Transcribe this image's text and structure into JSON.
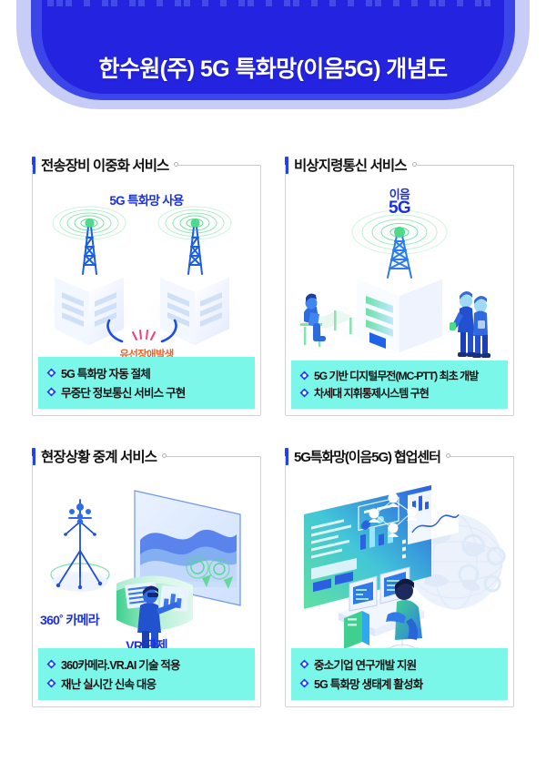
{
  "header": {
    "title": "한수원(주) 5G 특화망(이음5G) 개념도",
    "bg_outer": "#c8cdf7",
    "bg_mid": "#3b45e8",
    "bg_inner": "#2323e0",
    "title_color": "#ffffff"
  },
  "theme": {
    "accent_blue": "#2440ef",
    "highlight_cyan": "#7bf7ea",
    "label_blue": "#1b2fe3",
    "alert_orange": "#f4622a",
    "signal_green": "#54d98c",
    "border_gray": "#d2d2d2"
  },
  "cards": [
    {
      "title": "전송장비 이중화 서비스",
      "art_labels": [
        {
          "text": "5G 특화망 사용",
          "color": "#1b2fe3"
        },
        {
          "text": "유선장애발생",
          "color": "#f4622a"
        }
      ],
      "bullets": [
        "5G 특화망 자동 절체",
        "무중단 정보통신 서비스 구현"
      ]
    },
    {
      "title": "비상지령통신 서비스",
      "art_labels": [
        {
          "text": "이음",
          "color": "#1b2fe3"
        },
        {
          "text": "5G",
          "color": "#1b2fe3"
        }
      ],
      "bullets": [
        "5G 기반 디지털무전(MC-PTT) 최초 개발",
        "차세대 지휘통제시스템 구현"
      ]
    },
    {
      "title": "현장상황 중계 서비스",
      "art_labels": [
        {
          "text": "360˚ 카메라",
          "color": "#1b2fe3"
        },
        {
          "text": "VR 관제",
          "color": "#1b2fe3"
        }
      ],
      "bullets": [
        "360카메라.VR.AI 기술 적용",
        "재난 실시간 신속 대응"
      ]
    },
    {
      "title": "5G특화망(이음5G) 협업센터",
      "art_labels": [],
      "bullets": [
        "중소기업 연구개발 지원",
        "5G 특화망 생태계 활성화"
      ]
    }
  ]
}
